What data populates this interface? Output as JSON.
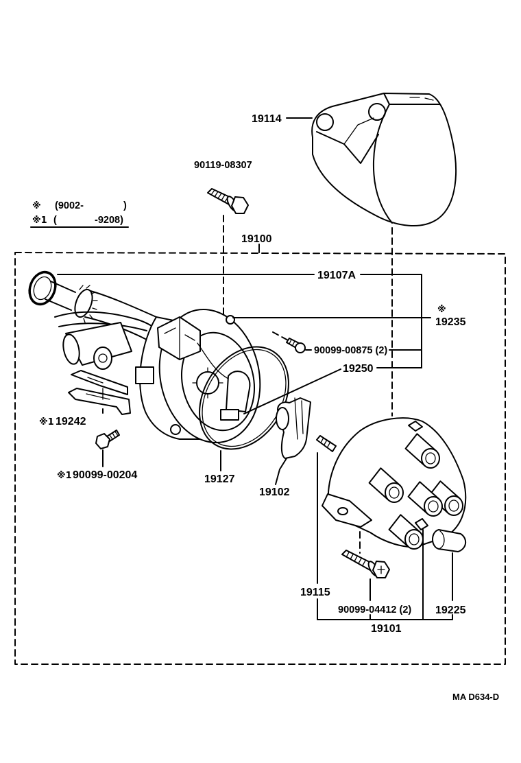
{
  "callouts": {
    "cover": "19114",
    "cover_bolt": "90119-08307",
    "assembly": "19100",
    "housing": "19107A",
    "housing_sub_mark": "※",
    "housing_sub": "19235",
    "pickup_screw": "90099-00875 (2)",
    "pickup": "19250",
    "igniter_mark": "※1",
    "igniter": "19242",
    "igniter_screw_mark": "※1",
    "igniter_screw": "90099-00204",
    "gasket": "19127",
    "rotor": "19102",
    "cap_contact": "19115",
    "cap_screw": "90099-04412 (2)",
    "boot": "19225",
    "cap": "19101"
  },
  "legend": [
    {
      "mark": "※",
      "from": "(9002-",
      "to": ")"
    },
    {
      "mark": "※1",
      "from": "(",
      "to": "-9208)"
    }
  ],
  "drawing_code": "MA D634-D"
}
